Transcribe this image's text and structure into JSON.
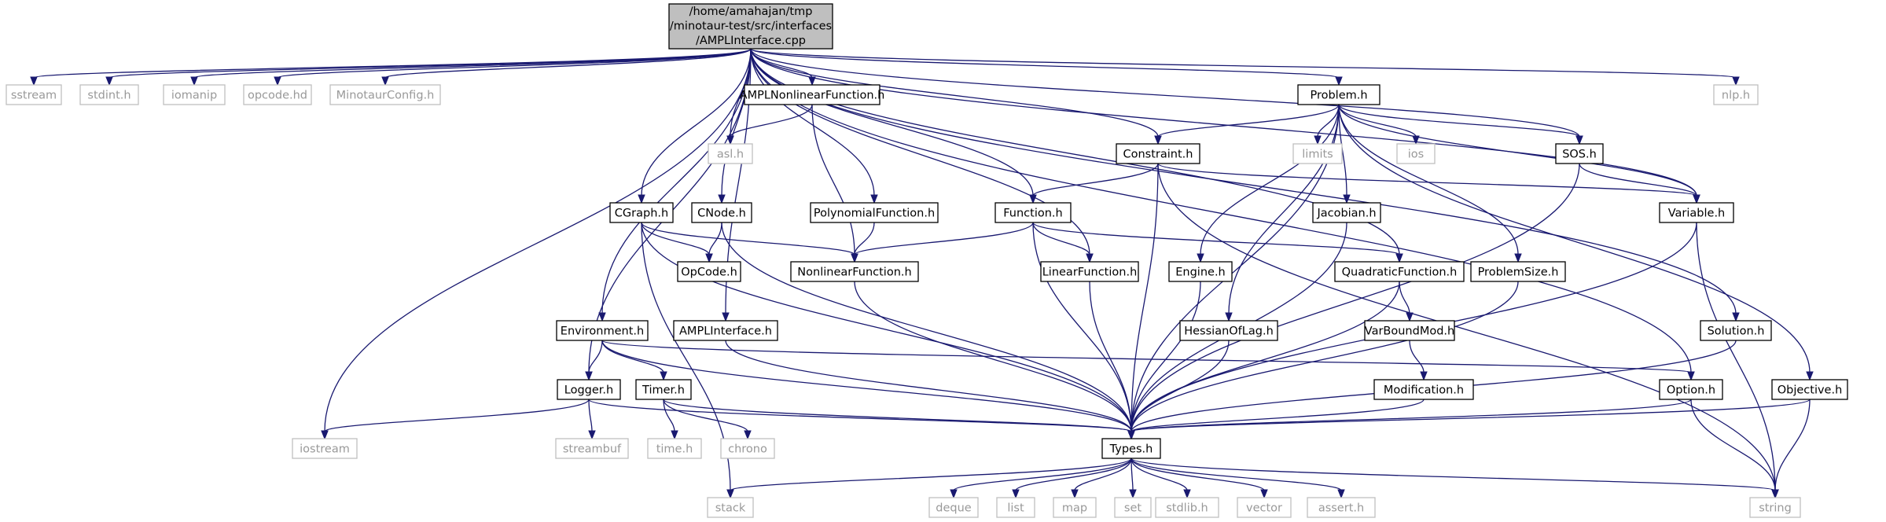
{
  "root": {
    "label_lines": [
      "/home/amahajan/tmp",
      "/minotaur-test/src/interfaces",
      "/AMPLInterface.cpp"
    ]
  },
  "nodes": {
    "sstream": "sstream",
    "stdint": "stdint.h",
    "iomanip": "iomanip",
    "opcodehd": "opcode.hd",
    "minotaurconfig": "MinotaurConfig.h",
    "amplnonlinear": "AMPLNonlinearFunction.h",
    "problem": "Problem.h",
    "nlp": "nlp.h",
    "asl": "asl.h",
    "limits": "limits",
    "ios": "ios",
    "constraint": "Constraint.h",
    "sos": "SOS.h",
    "cgraph": "CGraph.h",
    "cnode": "CNode.h",
    "polynomial": "PolynomialFunction.h",
    "function": "Function.h",
    "jacobian": "Jacobian.h",
    "variable": "Variable.h",
    "opcode": "OpCode.h",
    "nonlinear": "NonlinearFunction.h",
    "linear": "LinearFunction.h",
    "engine": "Engine.h",
    "quadratic": "QuadraticFunction.h",
    "problemsize": "ProblemSize.h",
    "environment": "Environment.h",
    "amplinterfaceh": "AMPLInterface.h",
    "hessian": "HessianOfLag.h",
    "varbound": "VarBoundMod.h",
    "solution": "Solution.h",
    "logger": "Logger.h",
    "timer": "Timer.h",
    "modification": "Modification.h",
    "option": "Option.h",
    "objective": "Objective.h",
    "iostream": "iostream",
    "streambuf": "streambuf",
    "timeh": "time.h",
    "chrono": "chrono",
    "types": "Types.h",
    "stack": "stack",
    "deque": "deque",
    "list": "list",
    "map": "map",
    "set": "set",
    "stdlib": "stdlib.h",
    "vector": "vector",
    "assert": "assert.h",
    "string": "string"
  },
  "colors": {
    "edge": "#191970",
    "root_fill": "#bfbfbf",
    "external_border": "#bfbfbf",
    "external_text": "#999999",
    "node_border": "#000000"
  }
}
